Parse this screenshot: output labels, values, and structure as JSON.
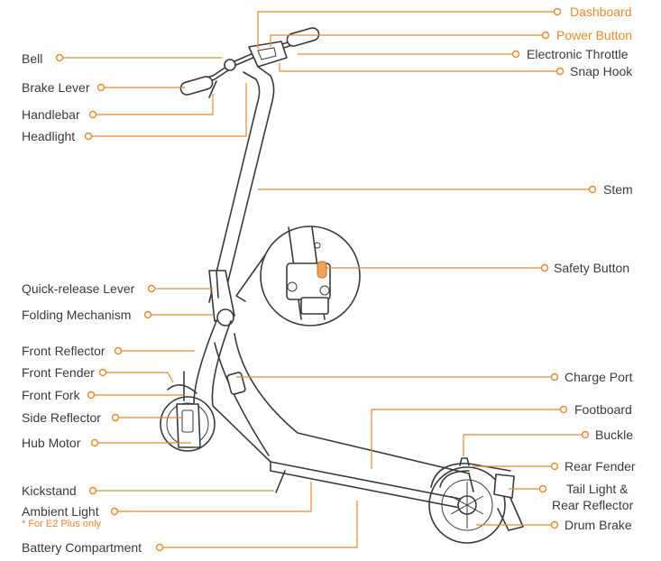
{
  "title": "",
  "labels": {
    "dashboard": "Dashboard",
    "power_button": "Power Button",
    "electronic_throttle": "Electronic Throttle",
    "snap_hook": "Snap Hook",
    "bell": "Bell",
    "brake_lever": "Brake Lever",
    "handlebar": "Handlebar",
    "headlight": "Headlight",
    "stem": "Stem",
    "safety_button": "Safety Button",
    "quick_release_lever": "Quick-release Lever",
    "folding_mechanism": "Folding Mechanism",
    "front_reflector": "Front Reflector",
    "front_fender": "Front Fender",
    "front_fork": "Front Fork",
    "side_reflector": "Side Reflector",
    "hub_motor": "Hub Motor",
    "charge_port": "Charge Port",
    "footboard": "Footboard",
    "buckle": "Buckle",
    "rear_fender": "Rear Fender",
    "tail_light_line1": "Tail Light &",
    "tail_light_line2": "Rear Reflector",
    "drum_brake": "Drum Brake",
    "kickstand": "Kickstand",
    "ambient_light": "Ambient Light",
    "ambient_light_note": "* For E2 Plus only",
    "battery_compartment": "Battery Compartment"
  },
  "colors": {
    "accent": "#e8892b",
    "text": "#3a3a3a",
    "line_art": "#3a3a3a"
  }
}
